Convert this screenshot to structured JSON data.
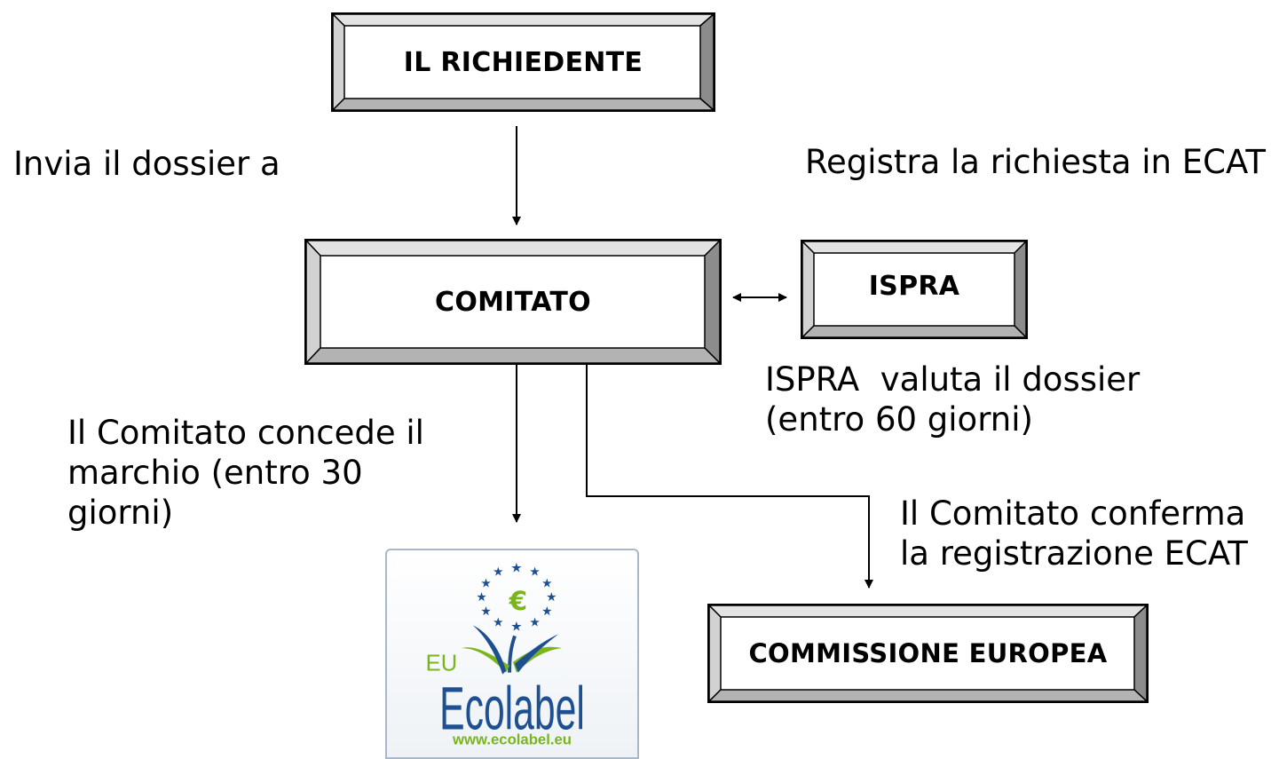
{
  "boxes": {
    "richiedente": "IL RICHIEDENTE",
    "comitato": "COMITATO",
    "ispra": "ISPRA",
    "commissione": "COMMISSIONE EUROPEA"
  },
  "labels": {
    "invia": "Invia il dossier a",
    "registra": "Registra la richiesta in ECAT",
    "ispra_valuta_line1": "ISPRA  valuta il dossier",
    "ispra_valuta_line2": "(entro 60 giorni)",
    "concede_line1": "Il Comitato concede il",
    "concede_line2": "marchio (entro 30",
    "concede_line3": "giorni)",
    "conferma_line1": "Il Comitato conferma",
    "conferma_line2": "la registrazione ECAT"
  },
  "logo": {
    "eu": "EU",
    "ecolabel": "Ecolabel",
    "url": "www.ecolabel.eu",
    "euro_symbol": "€",
    "icon": "eu-ecolabel-flower-icon"
  },
  "colors": {
    "frame_light": "#d9d9d9",
    "frame_mid": "#b3b3b3",
    "frame_dark": "#808080",
    "logo_blue": "#1d4f91",
    "logo_green": "#7ab51d"
  }
}
